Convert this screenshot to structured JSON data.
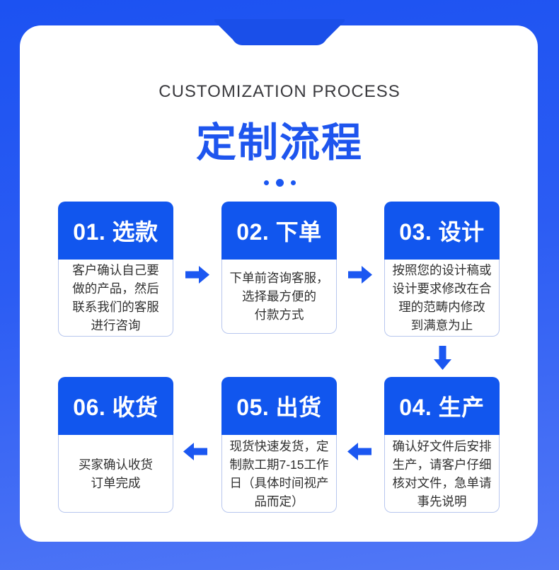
{
  "colors": {
    "bg-top": "#1C52F2",
    "bg-bottom": "#5278F6",
    "accent": "#1156EE",
    "arrow": "#1B57F1",
    "title": "#1E55EE",
    "tab": "#1A4FE9",
    "subtitle-text": "#3A3A3E",
    "body-text": "#303030",
    "card-border": "#B7C6EE"
  },
  "header": {
    "subtitle": "CUSTOMIZATION PROCESS",
    "title": "定制流程"
  },
  "steps": [
    {
      "label": "01. 选款",
      "description": "客户确认自己要\n做的产品，然后\n联系我们的客服\n进行咨询"
    },
    {
      "label": "02. 下单",
      "description": "下单前咨询客服，\n选择最方便的\n付款方式"
    },
    {
      "label": "03. 设计",
      "description": "按照您的设计稿或\n设计要求修改在合\n理的范畴内修改\n到满意为止"
    },
    {
      "label": "04. 生产",
      "description": "确认好文件后安排\n生产，请客户仔细\n核对文件，急单请\n事先说明"
    },
    {
      "label": "05. 出货",
      "description": "现货快速发货，定\n制款工期7-15工作\n日（具体时间视产\n品而定）"
    },
    {
      "label": "06. 收货",
      "description": "买家确认收货\n订单完成"
    }
  ]
}
